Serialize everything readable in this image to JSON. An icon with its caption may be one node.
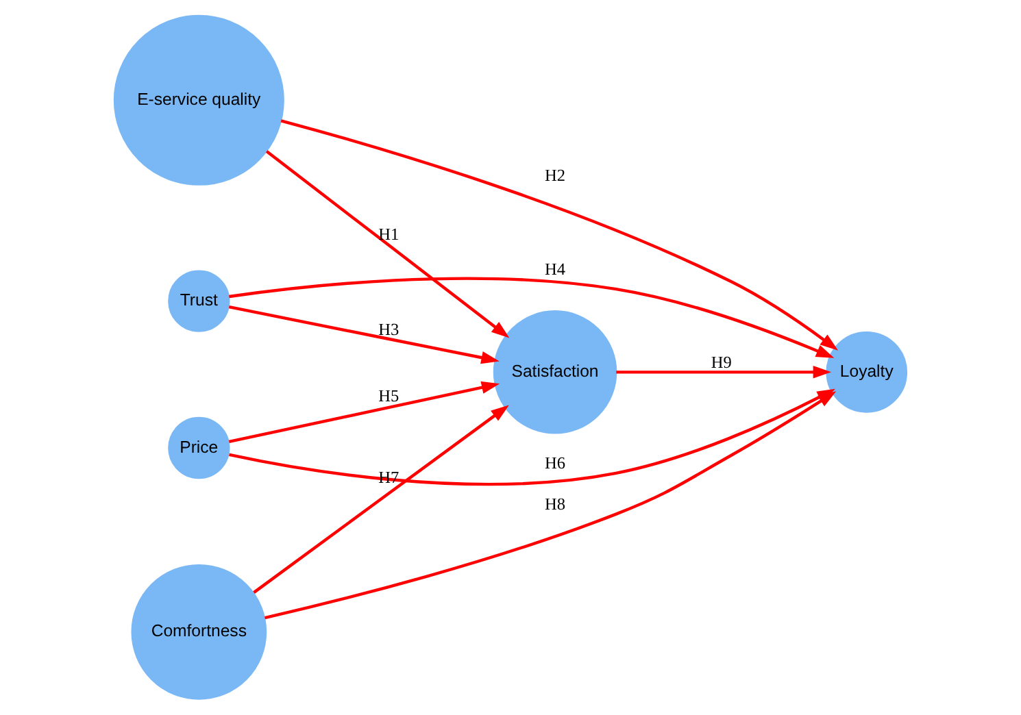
{
  "diagram": {
    "nodes": [
      {
        "text": [
          "E-service quality"
        ]
      },
      {
        "text": [
          "Trust"
        ]
      },
      {
        "text": [
          "Price"
        ]
      },
      {
        "text": [
          "Comfortness"
        ]
      },
      {
        "text": [
          "Satisfaction"
        ]
      },
      {
        "text": [
          "Loyalty"
        ]
      }
    ],
    "edges": [
      {
        "from": 0,
        "to": 4,
        "arrow": "to",
        "label": "H1"
      },
      {
        "from": 0,
        "to": 5,
        "arrow": "to",
        "label": "H2"
      },
      {
        "from": 1,
        "to": 4,
        "arrow": "to",
        "label": "H3"
      },
      {
        "from": 1,
        "to": 5,
        "arrow": "to",
        "label": "H4"
      },
      {
        "from": 2,
        "to": 4,
        "arrow": "to",
        "label": "H5"
      },
      {
        "from": 2,
        "to": 5,
        "arrow": "to",
        "label": "H6"
      },
      {
        "from": 3,
        "to": 4,
        "arrow": "to",
        "label": "H7"
      },
      {
        "from": 3,
        "to": 5,
        "arrow": "to",
        "label": "H8"
      },
      {
        "from": 4,
        "to": 5,
        "arrow": "to",
        "label": "H9"
      }
    ]
  }
}
